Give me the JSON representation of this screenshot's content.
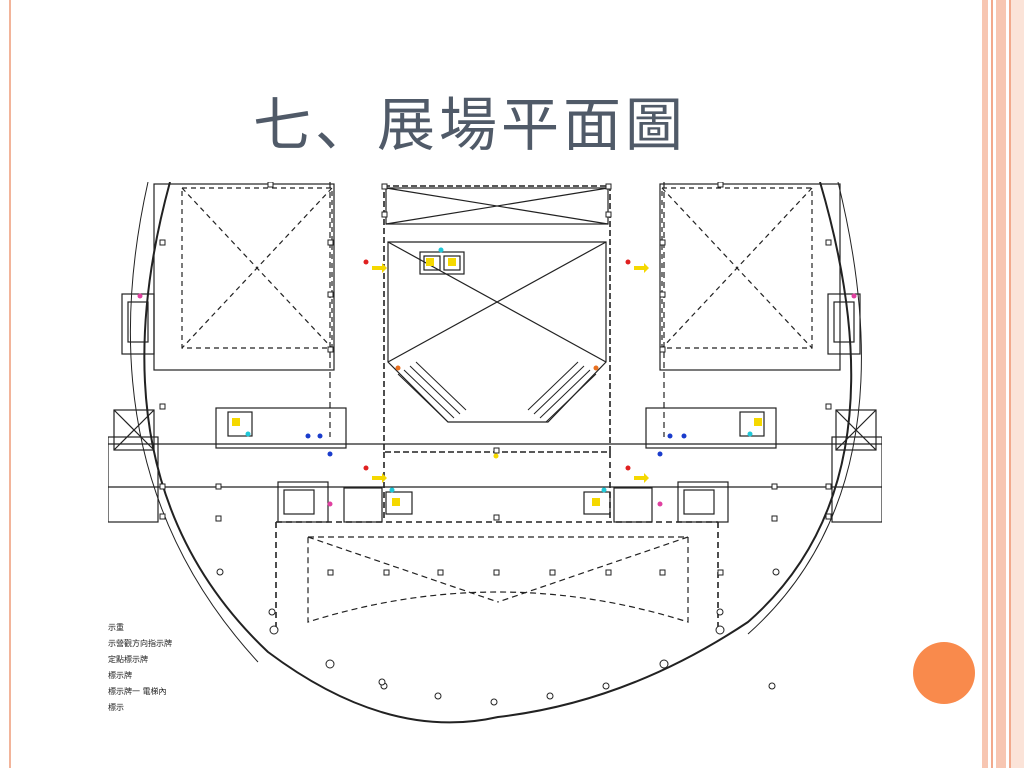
{
  "slide": {
    "title": "七、展場平面圖"
  },
  "legend": {
    "items": [
      "示重",
      "示營觀方向指示牌",
      "定點標示牌",
      "標示牌",
      "標示牌一 電梯內",
      "",
      "標示"
    ]
  },
  "colors": {
    "accent_orange": "#f98a4c",
    "frame_salmon": "#f2a98c",
    "frame_light": "#f7c6b2",
    "title_gray": "#505a68",
    "marker_red": "#e02020",
    "marker_yellow": "#f5d800",
    "marker_cyan": "#20c8d8",
    "marker_blue": "#1a3ccc",
    "marker_pink": "#e040a0",
    "marker_orange": "#e87020"
  }
}
